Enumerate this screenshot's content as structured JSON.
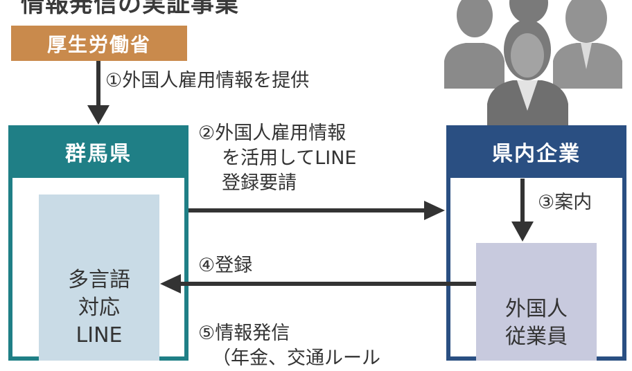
{
  "title": "情報発信の実証事業",
  "ministry": "厚生労働省",
  "step1": "①外国人雇用情報を提供",
  "gunma": {
    "header": "群馬県",
    "line_box": [
      "多言語",
      "対応",
      "LINE"
    ]
  },
  "company": {
    "header": "県内企業",
    "worker_box": [
      "外国人",
      "従業員"
    ]
  },
  "step2": [
    "②外国人雇用情報",
    "を活用してLINE",
    "登録要請"
  ],
  "step3": "③案内",
  "step4": "④登録",
  "step5": [
    "⑤情報発信",
    "（年金、交通ルール"
  ],
  "colors": {
    "ministry": "#c98a4c",
    "gunma": "#1f7f86",
    "company": "#2a4f82",
    "line_box": "#c9dbe6",
    "worker_box": "#c8cade",
    "arrow": "#333333",
    "people": "#8a8a8a"
  }
}
